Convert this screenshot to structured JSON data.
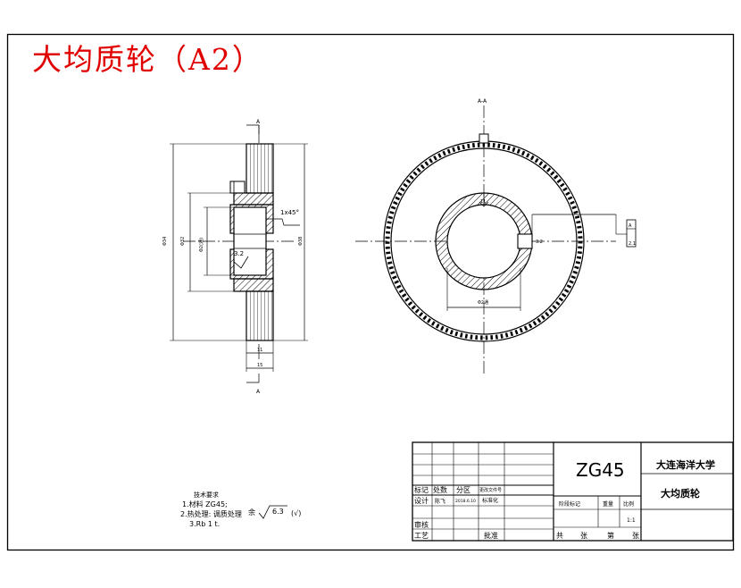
{
  "heading": "大均质轮（A2）",
  "views": {
    "section_mark_top": "A",
    "section_mark_bottom": "A",
    "section_view_label": "A-A",
    "chamfer_note": "1x45°",
    "roughness_note": "3.2",
    "roughness_note_right": "3.2",
    "dim_outer": "Φ34",
    "dim_hub": "Φ32",
    "dim_bore_left": "Φ2(通)",
    "dim_root": "Φ38",
    "dim_bore_right": "Φ2通",
    "dim_hub_width": "11",
    "dim_total_width": "15",
    "dim_keyway": "11",
    "dim_key_height": "2.1",
    "datum_label": "A"
  },
  "notes": {
    "title": "技术要求",
    "lines": [
      "1.材料 ZG45;",
      "2.热处理: 调质处理",
      "3.Rb 1 t."
    ],
    "rest_label": "余",
    "rest_value": "6.3",
    "rest_symbol": "(√)"
  },
  "title_block": {
    "material": "ZG45",
    "school": "大连海洋大学",
    "part_name": "大均质轮",
    "row_labels": [
      "标记",
      "处数",
      "分区",
      "更改文件号"
    ],
    "design_label": "设计",
    "design_values": [
      "陈飞",
      "2018.6.10",
      "标准化"
    ],
    "review_label": "审核",
    "process_label": "工艺",
    "approve_label": "批准",
    "stage_headers": [
      "阶段标记",
      "重量",
      "比例"
    ],
    "scale": "1:1",
    "sheet_text": [
      "共",
      "张",
      "第",
      "张"
    ]
  }
}
